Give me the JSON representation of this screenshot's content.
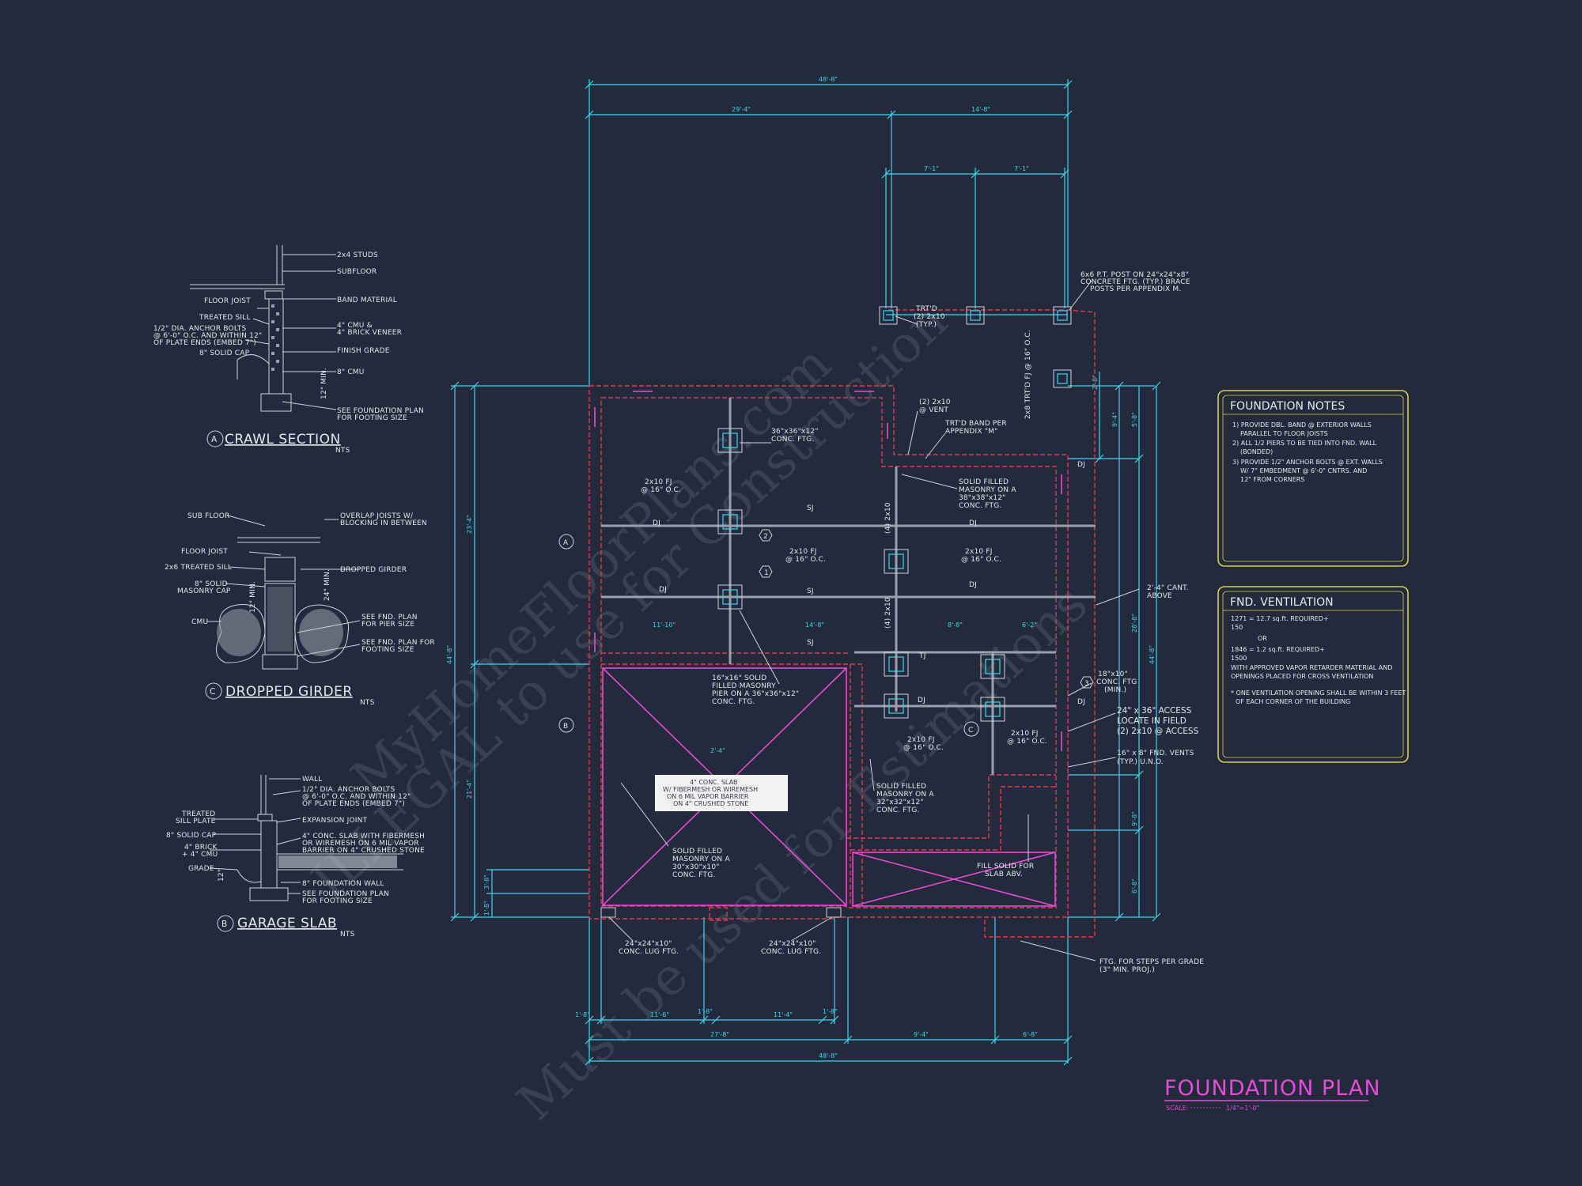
{
  "watermark": {
    "line1": "MyHomeFloorPlans.com",
    "line2": "ILLEGAL to use for Construction",
    "line3": "Must be used for Estimations"
  },
  "plan": {
    "title": "FOUNDATION PLAN",
    "scale_label": "SCALE:",
    "scale_value": "1/4\"=1'-0\""
  },
  "dims_top": [
    "48'-8\"",
    "29'-4\"",
    "14'-8\"",
    "7'-1\"",
    "7'-1\""
  ],
  "dims_bottom": [
    "1'-8\"",
    "11'-6\"",
    "1'-8\"",
    "11'-4\"",
    "1'-8\"",
    "27'-8\"",
    "9'-4\"",
    "6'-8\"",
    "48'-8\""
  ],
  "dims_left": [
    "23'-4\"",
    "44'-8\"",
    "21'-4\"",
    "3'-8\"",
    "1'-8\""
  ],
  "dims_right": [
    "2'-8\"",
    "9'-4\"",
    "5'-8\"",
    "28'-8\"",
    "44'-8\"",
    "9'-8\"",
    "6'-8\""
  ],
  "labels": {
    "post_note": [
      "6x6 P.T. POST ON 24\"x24\"x8\"",
      "CONCRETE FTG. (TYP.) BRACE",
      "POSTS PER APPENDIX M."
    ],
    "trtd": [
      "TRT'D",
      "(2) 2x10",
      "(TYP.)"
    ],
    "trtd_band_v": "2x8 TRT'D FJ @ 16\" O.C.",
    "vent_2x10": [
      "(2) 2x10",
      "@ VENT"
    ],
    "trtd_band": [
      "TRT'D BAND PER",
      "APPENDIX \"M\""
    ],
    "conc_ftg_36": [
      "36\"x36\"x12\"",
      "CONC. FTG."
    ],
    "solid_filled_1": [
      "SOLID FILLED",
      "MASONRY ON A",
      "38\"x38\"x12\"",
      "CONC. FTG."
    ],
    "fj_a": [
      "2x10 FJ",
      "@ 16\" O.C."
    ],
    "fj_b": [
      "2x10 FJ",
      "@ 16\" O.C."
    ],
    "fj_c": [
      "2x10 FJ",
      "@ 16\" O.C."
    ],
    "fj_d": [
      "2x10 FJ",
      "@ 16\" O.C."
    ],
    "fj_e": [
      "2x10 FJ",
      "@ 16\" O.C."
    ],
    "dj": "DJ",
    "sj": "SJ",
    "tj": "TJ",
    "cant": [
      "2'-4\" CANT.",
      "ABOVE"
    ],
    "pier_16": [
      "16\"x16\" SOLID",
      "FILLED MASONRY",
      "PIER ON A 36\"x36\"x12\"",
      "CONC. FTG."
    ],
    "conc_ftg_18": [
      "18\"x10\"",
      "CONC. FTG",
      "(MIN.)"
    ],
    "access": [
      "24\" x 36\" ACCESS",
      "LOCATE IN FIELD",
      "(2) 2x10 @ ACCESS"
    ],
    "fnd_vents": [
      "16\" x 8\" FND. VENTS",
      "(TYP.) U.N.O."
    ],
    "slab_box": [
      "4\" CONC. SLAB",
      "W/ FIBERMESH OR WIREMESH",
      "ON 6 MIL VAPOR BARRIER",
      "ON 4\" CRUSHED STONE"
    ],
    "solid_filled_2": [
      "SOLID FILLED",
      "MASONRY ON A",
      "30\"x30\"x10\"",
      "CONC. FTG."
    ],
    "solid_filled_3": [
      "SOLID FILLED",
      "MASONRY ON A",
      "32\"x32\"x12\"",
      "CONC. FTG."
    ],
    "fill_solid": [
      "FILL SOLID FOR",
      "SLAB ABV."
    ],
    "lug_1": [
      "24\"x24\"x10\"",
      "CONC. LUG FTG."
    ],
    "lug_2": [
      "24\"x24\"x10\"",
      "CONC. LUG FTG."
    ],
    "steps": [
      "FTG. FOR STEPS PER GRADE",
      "(3\" MIN. PROJ.)"
    ],
    "sec_a": "A",
    "sec_b": "B",
    "sec_c": "C",
    "callout_2": "2",
    "callout_1": "1",
    "callout_3": "3",
    "dim_2_4": "2'-4\"",
    "dim_11_10": "11'-10\"",
    "dim_14_8": "14'-8\"",
    "dim_8_8": "8'-8\"",
    "dim_6_2": "6'-2\"",
    "dim_4_10": "(4) 2x10"
  },
  "details": {
    "crawl": {
      "letter": "A",
      "title": "CRAWL SECTION",
      "nts": "NTS",
      "left": [
        "FLOOR JOIST",
        "TREATED SILL",
        "1/2\" DIA. ANCHOR BOLTS",
        "@ 6'-0\" O.C. AND WITHIN 12\"",
        "OF PLATE ENDS (EMBED 7\")",
        "8\" SOLID CAP"
      ],
      "right": [
        "2x4 STUDS",
        "SUBFLOOR",
        "BAND MATERIAL",
        "4\" CMU &",
        "4\" BRICK VENEER",
        "FINISH GRADE",
        "8\" CMU",
        "SEE FOUNDATION PLAN",
        "FOR FOOTING SIZE"
      ],
      "dim": "12\" MIN."
    },
    "girder": {
      "letter": "C",
      "title": "DROPPED GIRDER",
      "nts": "NTS",
      "left": [
        "SUB FLOOR",
        "FLOOR JOIST",
        "2x6 TREATED SILL",
        "8\" SOLID",
        "MASONRY CAP",
        "CMU"
      ],
      "right": [
        "OVERLAP JOISTS W/",
        "BLOCKING IN BETWEEN",
        "DROPPED GIRDER",
        "SEE FND. PLAN",
        "FOR PIER SIZE",
        "SEE FND. PLAN FOR",
        "FOOTING SIZE"
      ],
      "dim1": "24\" MIN.",
      "dim2": "12\" MIN."
    },
    "slab": {
      "letter": "B",
      "title": "GARAGE SLAB",
      "nts": "NTS",
      "left": [
        "TREATED",
        "SILL PLATE",
        "8\" SOLID CAP",
        "4\" BRICK",
        "+ 4\" CMU",
        "GRADE"
      ],
      "right": [
        "WALL",
        "1/2\" DIA. ANCHOR BOLTS",
        "@ 6'-0\" O.C. AND WITHIN 12\"",
        "OF PLATE ENDS (EMBED 7\")",
        "EXPANSION JOINT",
        "4\" CONC. SLAB WITH FIBERMESH",
        "OR WIREMESH ON 6 MIL VAPOR",
        "BARRIER ON 4\" CRUSHED STONE",
        "8\" FOUNDATION WALL",
        "SEE FOUNDATION PLAN",
        "FOR FOOTING SIZE"
      ],
      "dim": "12\""
    }
  },
  "notes": {
    "title": "FOUNDATION NOTES",
    "lines": [
      "1) PROVIDE DBL. BAND @ EXTERIOR WALLS",
      "PARALLEL TO FLOOR JOISTS",
      "2) ALL 1/2 PIERS TO BE TIED INTO FND. WALL",
      "(BONDED)",
      "3) PROVIDE 1/2\" ANCHOR BOLTS @ EXT. WALLS",
      "W/ 7\" EMBEDMENT @ 6'-0\" CNTRS. AND",
      "12\" FROM CORNERS"
    ]
  },
  "ventilation": {
    "title": "FND. VENTILATION",
    "lines": [
      "1271 =      12.7 sq.ft. REQUIRED+",
      "150",
      "OR",
      "1846 =      1.2 sq.ft. REQUIRED+",
      "1500",
      "WITH APPROVED VAPOR RETARDER MATERIAL AND",
      "OPENINGS PLACED FOR CROSS VENTILATION",
      "* ONE VENTILATION OPENING SHALL BE WITHIN 3 FEET",
      "OF EACH CORNER OF THE BUILDING"
    ]
  },
  "colors": {
    "background": "#222a3b",
    "dimension": "#39d7f2",
    "foundation": "#e23a4c",
    "slab": "#e64ad8",
    "notes_border": "#d8d04a"
  }
}
